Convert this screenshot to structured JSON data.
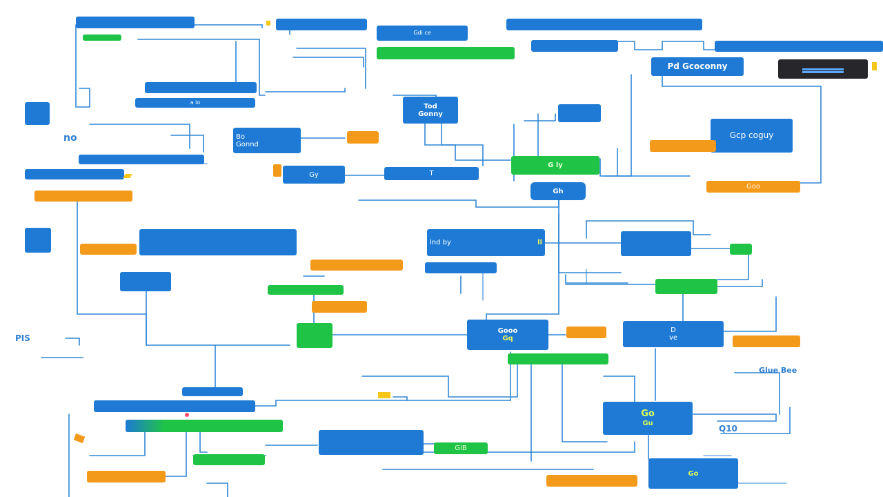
{
  "colors": {
    "node_blue": "#1e7ad4",
    "node_green": "#1fc446",
    "node_orange": "#f39a1b",
    "node_dark": "#26262b",
    "connector": "#2f86d6",
    "accent_yellow": "#f5c518"
  },
  "nodes": {
    "top_left": "",
    "top_left_sub": "",
    "top_center_left": "",
    "center_top": "Gdi ce",
    "center_top_green": "",
    "top_right_bar": "",
    "right_header": "",
    "right_far_bar": "",
    "right_title": "Pd Gcoconny",
    "left_mid_blue_bar": "",
    "left_mid_sub": "a  io",
    "center_small_a": "Tod",
    "center_small_b": "Gonny",
    "center_chip": "",
    "left_square": "",
    "mid_left_box_a": "Bo",
    "mid_left_box_b": "Gonnd",
    "mid_left_orange": "",
    "center_green": "G ly",
    "right_box": "Gcp coguy",
    "right_orange_a": "",
    "left_long": "",
    "left_sub_green": "",
    "left_orange": "",
    "mid_blue": "Gy",
    "center_blue_c": "T",
    "center_pill": "Gh",
    "right_orange_b": "Goo",
    "left_box_small": "",
    "left_orange_mid": "",
    "wide_left": "",
    "center_wide": "lnd  by",
    "center_wide_sub": "ll",
    "right_chip": "",
    "right_small_green": "",
    "center_left_orange": "",
    "left_box_c": "",
    "center_left_green": "",
    "center_left_orange_b": "",
    "center_low_blue": "",
    "right_green_b": "",
    "center_chip_green": "",
    "center_mid_blue": "Gooo",
    "center_mid_blue_sub": "Gq",
    "right_orange_c": "",
    "right_mid_blue": "D",
    "right_mid_blue_sub": "ve",
    "far_right_orange": "",
    "center_green_bar": "",
    "low_left_bar": "",
    "low_left_long": "",
    "low_left_green": "",
    "low_right_green_box": "Go",
    "low_right_green_box_sub": "Gu",
    "low_center_blue": "",
    "low_center_green": "GlB",
    "low_left_green_b": "",
    "low_left_orange": "",
    "bottom_orange": "",
    "bottom_blue": "Go"
  },
  "labels": {
    "no": "no",
    "pis": "PIS",
    "gue_bee": "Glue Bee",
    "qi0": "Q10"
  }
}
